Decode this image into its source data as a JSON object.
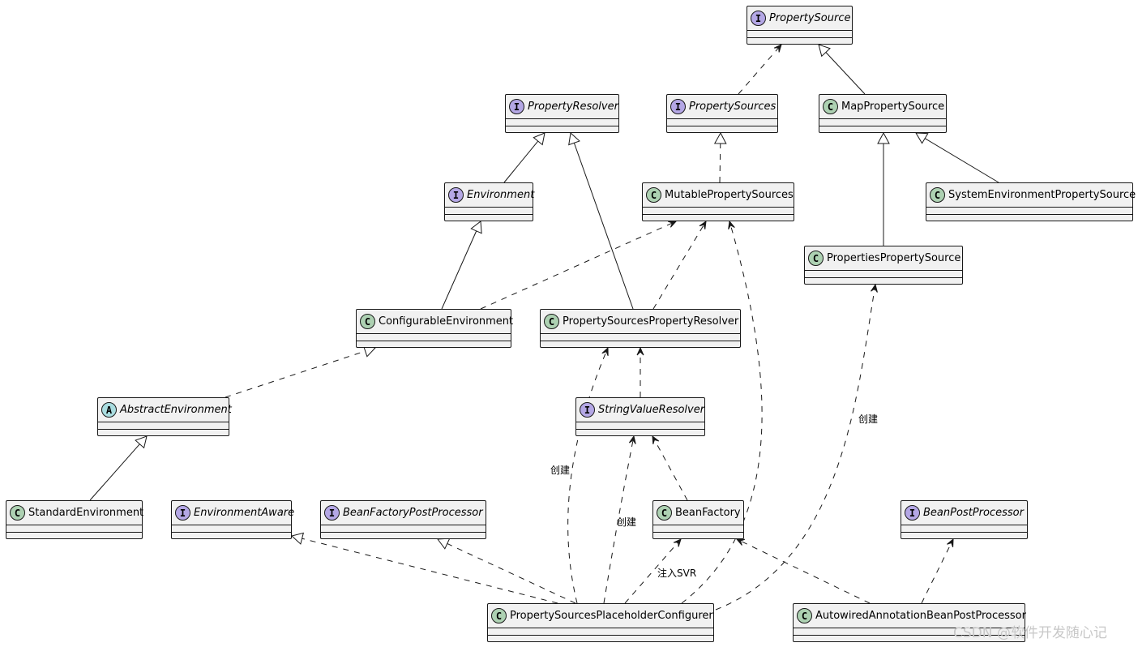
{
  "nodes": [
    {
      "id": "PropertySource",
      "name": "PropertySource",
      "kind": "interface",
      "badge": "I"
    },
    {
      "id": "PropertyResolver",
      "name": "PropertyResolver",
      "kind": "interface",
      "badge": "I"
    },
    {
      "id": "PropertySources",
      "name": "PropertySources",
      "kind": "interface",
      "badge": "I"
    },
    {
      "id": "MapPropertySource",
      "name": "MapPropertySource",
      "kind": "class",
      "badge": "C"
    },
    {
      "id": "Environment",
      "name": "Environment",
      "kind": "interface",
      "badge": "I"
    },
    {
      "id": "MutablePropertySources",
      "name": "MutablePropertySources",
      "kind": "class",
      "badge": "C"
    },
    {
      "id": "SystemEnvironmentPropertySource",
      "name": "SystemEnvironmentPropertySource",
      "kind": "class",
      "badge": "C"
    },
    {
      "id": "PropertiesPropertySource",
      "name": "PropertiesPropertySource",
      "kind": "class",
      "badge": "C"
    },
    {
      "id": "ConfigurableEnvironment",
      "name": "ConfigurableEnvironment",
      "kind": "class",
      "badge": "C"
    },
    {
      "id": "PropertySourcesPropertyResolver",
      "name": "PropertySourcesPropertyResolver",
      "kind": "class",
      "badge": "C"
    },
    {
      "id": "AbstractEnvironment",
      "name": "AbstractEnvironment",
      "kind": "abstract",
      "badge": "A"
    },
    {
      "id": "StringValueResolver",
      "name": "StringValueResolver",
      "kind": "interface",
      "badge": "I"
    },
    {
      "id": "StandardEnvironment",
      "name": "StandardEnvironment",
      "kind": "class",
      "badge": "C"
    },
    {
      "id": "EnvironmentAware",
      "name": "EnvironmentAware",
      "kind": "interface",
      "badge": "I"
    },
    {
      "id": "BeanFactoryPostProcessor",
      "name": "BeanFactoryPostProcessor",
      "kind": "interface",
      "badge": "I"
    },
    {
      "id": "BeanFactory",
      "name": "BeanFactory",
      "kind": "class",
      "badge": "C"
    },
    {
      "id": "BeanPostProcessor",
      "name": "BeanPostProcessor",
      "kind": "interface",
      "badge": "I"
    },
    {
      "id": "PropertySourcesPlaceholderConfigurer",
      "name": "PropertySourcesPlaceholderConfigurer",
      "kind": "class",
      "badge": "C"
    },
    {
      "id": "AutowiredAnnotationBeanPostProcessor",
      "name": "AutowiredAnnotationBeanPostProcessor",
      "kind": "class",
      "badge": "C"
    }
  ],
  "edges": [
    {
      "from": "PropertySources",
      "to": "PropertySource",
      "style": "dashed",
      "head": "open-arrow"
    },
    {
      "from": "MapPropertySource",
      "to": "PropertySource",
      "style": "solid",
      "head": "hollow-triangle"
    },
    {
      "from": "Environment",
      "to": "PropertyResolver",
      "style": "solid",
      "head": "hollow-triangle"
    },
    {
      "from": "PropertySourcesPropertyResolver",
      "to": "PropertyResolver",
      "style": "solid",
      "head": "hollow-triangle"
    },
    {
      "from": "MutablePropertySources",
      "to": "PropertySources",
      "style": "dashed",
      "head": "hollow-triangle"
    },
    {
      "from": "PropertiesPropertySource",
      "to": "MapPropertySource",
      "style": "solid",
      "head": "hollow-triangle"
    },
    {
      "from": "SystemEnvironmentPropertySource",
      "to": "MapPropertySource",
      "style": "solid",
      "head": "hollow-triangle"
    },
    {
      "from": "ConfigurableEnvironment",
      "to": "Environment",
      "style": "solid",
      "head": "hollow-triangle"
    },
    {
      "from": "ConfigurableEnvironment",
      "to": "MutablePropertySources",
      "style": "dashed",
      "head": "open-arrow"
    },
    {
      "from": "PropertySourcesPropertyResolver",
      "to": "MutablePropertySources",
      "style": "dashed",
      "head": "open-arrow"
    },
    {
      "from": "AbstractEnvironment",
      "to": "ConfigurableEnvironment",
      "style": "dashed",
      "head": "hollow-triangle"
    },
    {
      "from": "StringValueResolver",
      "to": "PropertySourcesPropertyResolver",
      "style": "dashed",
      "head": "open-arrow"
    },
    {
      "from": "StandardEnvironment",
      "to": "AbstractEnvironment",
      "style": "solid",
      "head": "hollow-triangle"
    },
    {
      "from": "BeanFactory",
      "to": "StringValueResolver",
      "style": "dashed",
      "head": "open-arrow"
    },
    {
      "from": "PropertySourcesPlaceholderConfigurer",
      "to": "PropertySourcesPropertyResolver",
      "style": "dashed",
      "head": "open-arrow",
      "label": "创建"
    },
    {
      "from": "PropertySourcesPlaceholderConfigurer",
      "to": "StringValueResolver",
      "style": "dashed",
      "head": "open-arrow",
      "label": "创建"
    },
    {
      "from": "PropertySourcesPlaceholderConfigurer",
      "to": "MutablePropertySources",
      "style": "dashed",
      "head": "open-arrow"
    },
    {
      "from": "PropertySourcesPlaceholderConfigurer",
      "to": "PropertiesPropertySource",
      "style": "dashed",
      "head": "open-arrow",
      "label": "创建"
    },
    {
      "from": "PropertySourcesPlaceholderConfigurer",
      "to": "EnvironmentAware",
      "style": "dashed",
      "head": "hollow-triangle"
    },
    {
      "from": "PropertySourcesPlaceholderConfigurer",
      "to": "BeanFactoryPostProcessor",
      "style": "dashed",
      "head": "hollow-triangle"
    },
    {
      "from": "PropertySourcesPlaceholderConfigurer",
      "to": "BeanFactory",
      "style": "dashed",
      "head": "open-arrow",
      "label": "注入SVR"
    },
    {
      "from": "AutowiredAnnotationBeanPostProcessor",
      "to": "BeanFactory",
      "style": "dashed",
      "head": "open-arrow"
    },
    {
      "from": "AutowiredAnnotationBeanPostProcessor",
      "to": "BeanPostProcessor",
      "style": "dashed",
      "head": "open-arrow"
    }
  ],
  "watermark": "CSDN @软件开发随心记"
}
